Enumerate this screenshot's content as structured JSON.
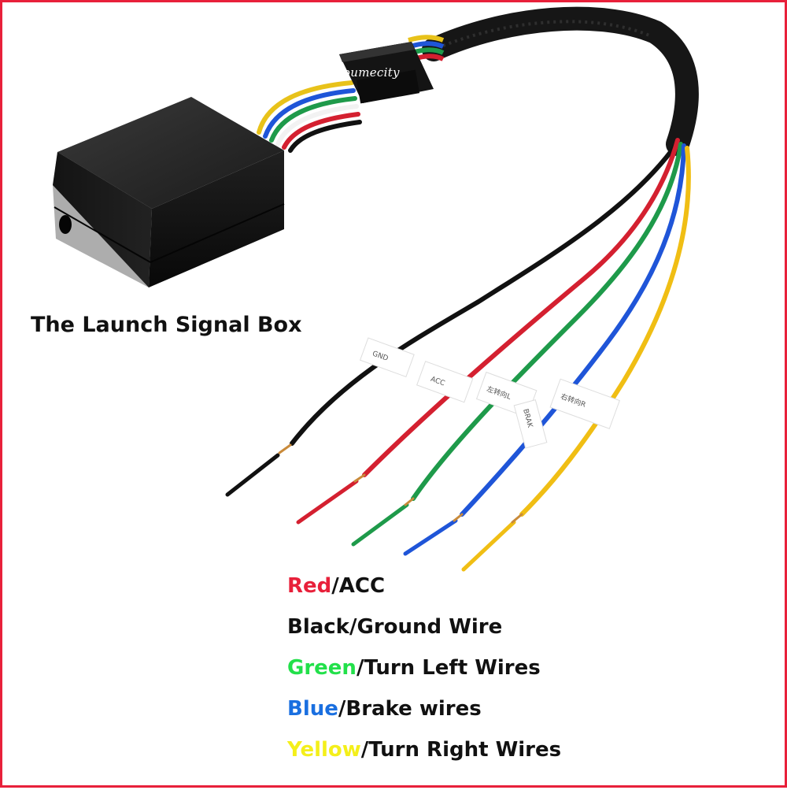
{
  "watermark": "Youmecity",
  "product_label": "The Launch Signal Box",
  "wire_tags": {
    "gnd": "GND",
    "acc": "ACC",
    "left": "左转向L",
    "brake": "BRAK",
    "right": "右转向R"
  },
  "legend": [
    {
      "color_word": "Red",
      "separator": "/",
      "function": "ACC",
      "color": "#e8203a"
    },
    {
      "color_word": "Black",
      "separator": "/",
      "function": "Ground Wire",
      "color": "#111111"
    },
    {
      "color_word": "Green",
      "separator": "/",
      "function": "Turn Left Wires",
      "color": "#22e04a"
    },
    {
      "color_word": "Blue",
      "separator": "/",
      "function": "Brake wires",
      "color": "#1a6fe0"
    },
    {
      "color_word": "Yellow",
      "separator": "/",
      "function": "Turn Right Wires",
      "color": "#f4ef1a"
    }
  ]
}
